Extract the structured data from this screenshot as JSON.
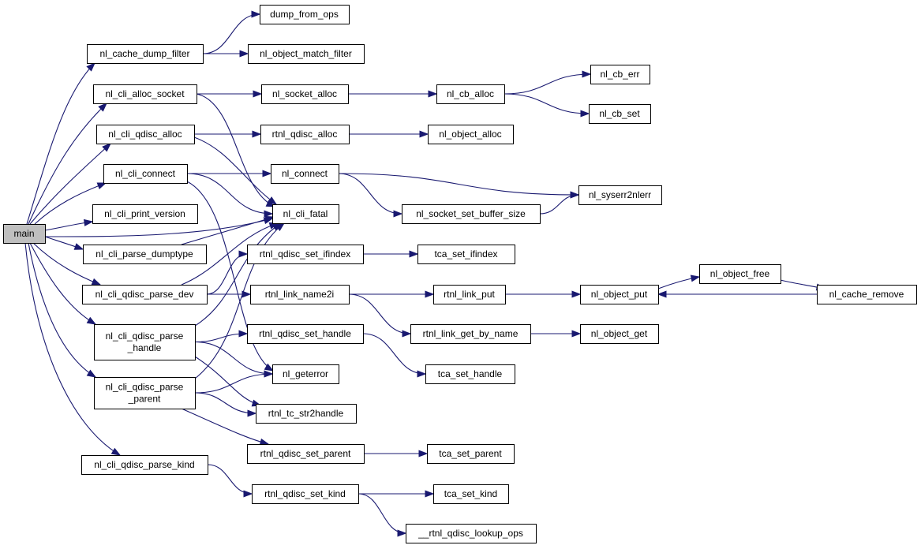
{
  "graph": {
    "edge_color": "#191970",
    "nodes": [
      {
        "id": "main",
        "lines": [
          "main"
        ],
        "root": true
      },
      {
        "id": "nl_cache_dump_filter",
        "lines": [
          "nl_cache_dump_filter"
        ]
      },
      {
        "id": "dump_from_ops",
        "lines": [
          "dump_from_ops"
        ]
      },
      {
        "id": "nl_object_match_filter",
        "lines": [
          "nl_object_match_filter"
        ]
      },
      {
        "id": "nl_cli_alloc_socket",
        "lines": [
          "nl_cli_alloc_socket"
        ]
      },
      {
        "id": "nl_socket_alloc",
        "lines": [
          "nl_socket_alloc"
        ]
      },
      {
        "id": "nl_cb_alloc",
        "lines": [
          "nl_cb_alloc"
        ]
      },
      {
        "id": "nl_cb_err",
        "lines": [
          "nl_cb_err"
        ]
      },
      {
        "id": "nl_cb_set",
        "lines": [
          "nl_cb_set"
        ]
      },
      {
        "id": "nl_cli_qdisc_alloc",
        "lines": [
          "nl_cli_qdisc_alloc"
        ]
      },
      {
        "id": "rtnl_qdisc_alloc",
        "lines": [
          "rtnl_qdisc_alloc"
        ]
      },
      {
        "id": "nl_object_alloc",
        "lines": [
          "nl_object_alloc"
        ]
      },
      {
        "id": "nl_cli_connect",
        "lines": [
          "nl_cli_connect"
        ]
      },
      {
        "id": "nl_connect",
        "lines": [
          "nl_connect"
        ]
      },
      {
        "id": "nl_syserr2nlerr",
        "lines": [
          "nl_syserr2nlerr"
        ]
      },
      {
        "id": "nl_socket_set_buffer_size",
        "lines": [
          "nl_socket_set_buffer_size"
        ]
      },
      {
        "id": "nl_cli_print_version",
        "lines": [
          "nl_cli_print_version"
        ]
      },
      {
        "id": "nl_cli_fatal",
        "lines": [
          "nl_cli_fatal"
        ]
      },
      {
        "id": "nl_cli_parse_dumptype",
        "lines": [
          "nl_cli_parse_dumptype"
        ]
      },
      {
        "id": "rtnl_qdisc_set_ifindex",
        "lines": [
          "rtnl_qdisc_set_ifindex"
        ]
      },
      {
        "id": "tca_set_ifindex",
        "lines": [
          "tca_set_ifindex"
        ]
      },
      {
        "id": "nl_cli_qdisc_parse_dev",
        "lines": [
          "nl_cli_qdisc_parse_dev"
        ]
      },
      {
        "id": "rtnl_link_name2i",
        "lines": [
          "rtnl_link_name2i"
        ]
      },
      {
        "id": "rtnl_link_put",
        "lines": [
          "rtnl_link_put"
        ]
      },
      {
        "id": "nl_object_put",
        "lines": [
          "nl_object_put"
        ]
      },
      {
        "id": "nl_object_free",
        "lines": [
          "nl_object_free"
        ]
      },
      {
        "id": "nl_cache_remove",
        "lines": [
          "nl_cache_remove"
        ]
      },
      {
        "id": "rtnl_link_get_by_name",
        "lines": [
          "rtnl_link_get_by_name"
        ]
      },
      {
        "id": "nl_object_get",
        "lines": [
          "nl_object_get"
        ]
      },
      {
        "id": "nl_cli_qdisc_parse_handle",
        "lines": [
          "nl_cli_qdisc_parse",
          "_handle"
        ]
      },
      {
        "id": "rtnl_qdisc_set_handle",
        "lines": [
          "rtnl_qdisc_set_handle"
        ]
      },
      {
        "id": "tca_set_handle",
        "lines": [
          "tca_set_handle"
        ]
      },
      {
        "id": "nl_geterror",
        "lines": [
          "nl_geterror"
        ]
      },
      {
        "id": "nl_cli_qdisc_parse_parent",
        "lines": [
          "nl_cli_qdisc_parse",
          "_parent"
        ]
      },
      {
        "id": "rtnl_tc_str2handle",
        "lines": [
          "rtnl_tc_str2handle"
        ]
      },
      {
        "id": "rtnl_qdisc_set_parent",
        "lines": [
          "rtnl_qdisc_set_parent"
        ]
      },
      {
        "id": "tca_set_parent",
        "lines": [
          "tca_set_parent"
        ]
      },
      {
        "id": "nl_cli_qdisc_parse_kind",
        "lines": [
          "nl_cli_qdisc_parse_kind"
        ]
      },
      {
        "id": "rtnl_qdisc_set_kind",
        "lines": [
          "rtnl_qdisc_set_kind"
        ]
      },
      {
        "id": "tca_set_kind",
        "lines": [
          "tca_set_kind"
        ]
      },
      {
        "id": "__rtnl_qdisc_lookup_ops",
        "lines": [
          "__rtnl_qdisc_lookup_ops"
        ]
      }
    ],
    "edges": [
      {
        "from": "main",
        "to": "nl_cache_dump_filter"
      },
      {
        "from": "main",
        "to": "nl_cli_alloc_socket"
      },
      {
        "from": "main",
        "to": "nl_cli_qdisc_alloc"
      },
      {
        "from": "main",
        "to": "nl_cli_connect"
      },
      {
        "from": "main",
        "to": "nl_cli_print_version"
      },
      {
        "from": "main",
        "to": "nl_cli_fatal"
      },
      {
        "from": "main",
        "to": "nl_cli_parse_dumptype"
      },
      {
        "from": "main",
        "to": "nl_cli_qdisc_parse_dev"
      },
      {
        "from": "main",
        "to": "nl_cli_qdisc_parse_handle"
      },
      {
        "from": "main",
        "to": "nl_cli_qdisc_parse_parent"
      },
      {
        "from": "main",
        "to": "nl_cli_qdisc_parse_kind"
      },
      {
        "from": "nl_cache_dump_filter",
        "to": "dump_from_ops"
      },
      {
        "from": "nl_cache_dump_filter",
        "to": "nl_object_match_filter"
      },
      {
        "from": "nl_cli_alloc_socket",
        "to": "nl_socket_alloc"
      },
      {
        "from": "nl_cli_alloc_socket",
        "to": "nl_cli_fatal"
      },
      {
        "from": "nl_socket_alloc",
        "to": "nl_cb_alloc"
      },
      {
        "from": "nl_cb_alloc",
        "to": "nl_cb_err"
      },
      {
        "from": "nl_cb_alloc",
        "to": "nl_cb_set"
      },
      {
        "from": "nl_cli_qdisc_alloc",
        "to": "rtnl_qdisc_alloc"
      },
      {
        "from": "nl_cli_qdisc_alloc",
        "to": "nl_cli_fatal"
      },
      {
        "from": "rtnl_qdisc_alloc",
        "to": "nl_object_alloc"
      },
      {
        "from": "nl_cli_connect",
        "to": "nl_connect"
      },
      {
        "from": "nl_cli_connect",
        "to": "nl_cli_fatal"
      },
      {
        "from": "nl_cli_connect",
        "to": "nl_geterror"
      },
      {
        "from": "nl_connect",
        "to": "nl_syserr2nlerr"
      },
      {
        "from": "nl_connect",
        "to": "nl_socket_set_buffer_size"
      },
      {
        "from": "nl_socket_set_buffer_size",
        "to": "nl_syserr2nlerr"
      },
      {
        "from": "nl_cli_parse_dumptype",
        "to": "nl_cli_fatal"
      },
      {
        "from": "nl_cli_qdisc_parse_dev",
        "to": "nl_cli_fatal"
      },
      {
        "from": "nl_cli_qdisc_parse_dev",
        "to": "rtnl_qdisc_set_ifindex"
      },
      {
        "from": "nl_cli_qdisc_parse_dev",
        "to": "rtnl_link_name2i"
      },
      {
        "from": "rtnl_qdisc_set_ifindex",
        "to": "tca_set_ifindex"
      },
      {
        "from": "rtnl_link_name2i",
        "to": "rtnl_link_put"
      },
      {
        "from": "rtnl_link_name2i",
        "to": "rtnl_link_get_by_name"
      },
      {
        "from": "rtnl_link_put",
        "to": "nl_object_put"
      },
      {
        "from": "nl_object_put",
        "to": "nl_object_free"
      },
      {
        "from": "nl_object_free",
        "to": "nl_cache_remove"
      },
      {
        "from": "nl_cache_remove",
        "to": "nl_object_put"
      },
      {
        "from": "rtnl_link_get_by_name",
        "to": "nl_object_get"
      },
      {
        "from": "nl_cli_qdisc_parse_handle",
        "to": "nl_cli_fatal"
      },
      {
        "from": "nl_cli_qdisc_parse_handle",
        "to": "rtnl_qdisc_set_handle"
      },
      {
        "from": "nl_cli_qdisc_parse_handle",
        "to": "nl_geterror"
      },
      {
        "from": "nl_cli_qdisc_parse_handle",
        "to": "rtnl_tc_str2handle"
      },
      {
        "from": "rtnl_qdisc_set_handle",
        "to": "tca_set_handle"
      },
      {
        "from": "nl_cli_qdisc_parse_parent",
        "to": "nl_cli_fatal"
      },
      {
        "from": "nl_cli_qdisc_parse_parent",
        "to": "nl_geterror"
      },
      {
        "from": "nl_cli_qdisc_parse_parent",
        "to": "rtnl_tc_str2handle"
      },
      {
        "from": "nl_cli_qdisc_parse_parent",
        "to": "rtnl_qdisc_set_parent"
      },
      {
        "from": "rtnl_qdisc_set_parent",
        "to": "tca_set_parent"
      },
      {
        "from": "nl_cli_qdisc_parse_kind",
        "to": "rtnl_qdisc_set_kind"
      },
      {
        "from": "rtnl_qdisc_set_kind",
        "to": "tca_set_kind"
      },
      {
        "from": "rtnl_qdisc_set_kind",
        "to": "__rtnl_qdisc_lookup_ops"
      }
    ]
  }
}
